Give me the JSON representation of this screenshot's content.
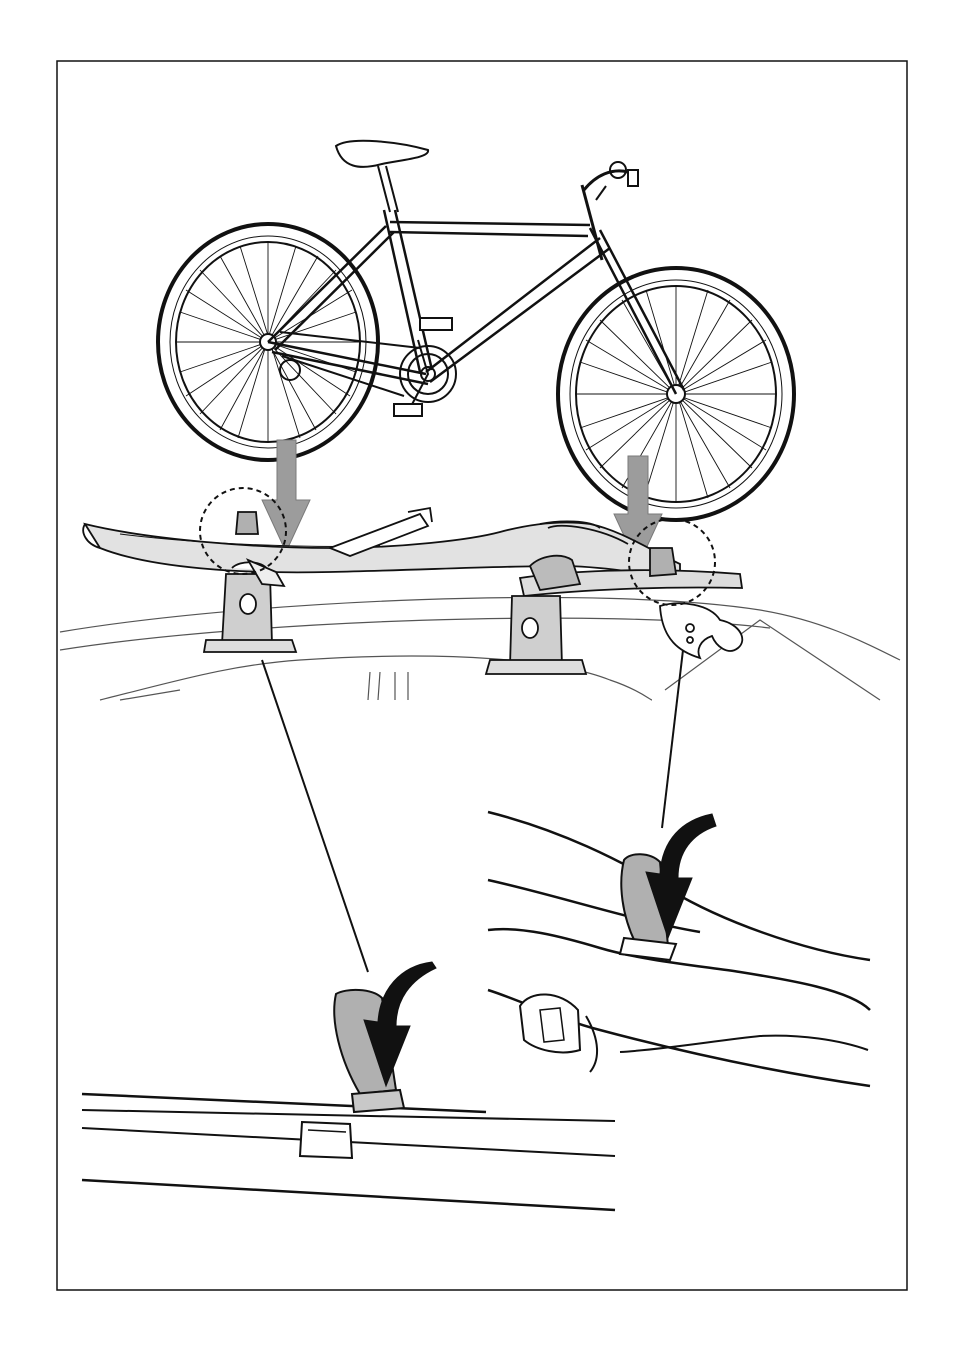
{
  "figure": {
    "kind": "assembly-instruction-illustration",
    "caption": "",
    "steps": [
      {
        "name": "lower-bike-onto-rail",
        "marker": "down-arrow"
      },
      {
        "name": "fasten-rear-wheel-strap",
        "marker": "curved-arrow"
      },
      {
        "name": "fasten-front-wheel-strap",
        "marker": "curved-arrow"
      }
    ]
  },
  "colors": {
    "line": "#111111",
    "arrow_fill": "#9c9c9c",
    "rail_fill": "#d8d8d8",
    "strap_fill": "#b0b0b0",
    "car_roof_line": "#555555"
  },
  "icons": [
    "bicycle-icon",
    "down-arrow-icon",
    "curved-arrow-icon",
    "strap-icon",
    "wheel-holder-icon",
    "frame-clamp-icon",
    "roof-bar-foot-icon",
    "detail-circle-icon"
  ]
}
